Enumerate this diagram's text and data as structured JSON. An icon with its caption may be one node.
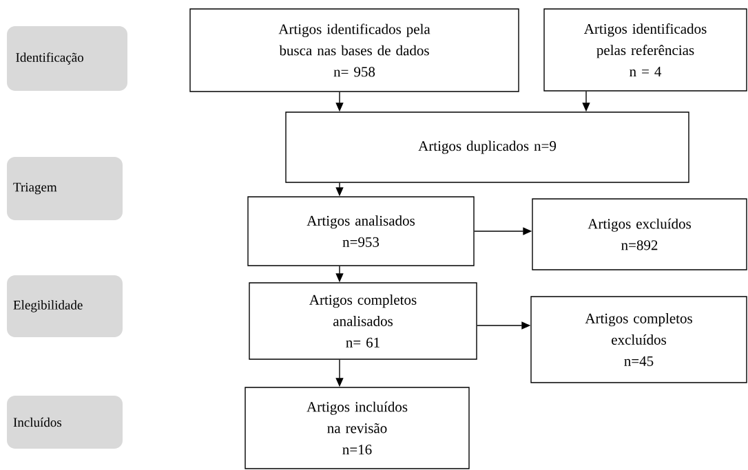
{
  "diagram": {
    "nodes": [
      {
        "text": [
          "Identificação"
        ]
      },
      {
        "text": [
          "Triagem"
        ]
      },
      {
        "text": [
          "Elegibilidade"
        ]
      },
      {
        "text": [
          "Incluídos"
        ]
      },
      {
        "text": [
          "Artigos identificados pela busca nas bases de dados",
          "n= 958"
        ]
      },
      {
        "text": [
          "Artigos identificados pelas referências",
          "n = 4"
        ]
      },
      {
        "text": [
          "Artigos duplicados n=9"
        ]
      },
      {
        "text": [
          "Artigos analisados",
          "n=953"
        ]
      },
      {
        "text": [
          "Artigos excluídos",
          "n=892"
        ]
      },
      {
        "text": [
          "Artigos completos analisados",
          "n= 61"
        ]
      },
      {
        "text": [
          "Artigos completos excluídos",
          "n=45"
        ]
      },
      {
        "text": [
          "Artigos incluídos na revisão",
          "n=16"
        ]
      }
    ],
    "edges": [
      {
        "from": 4,
        "to": 6,
        "arrow": "to"
      },
      {
        "from": 5,
        "to": 6,
        "arrow": "to"
      },
      {
        "from": 6,
        "to": 7,
        "arrow": "to"
      },
      {
        "from": 7,
        "to": 8,
        "arrow": "to"
      },
      {
        "from": 7,
        "to": 9,
        "arrow": "to"
      },
      {
        "from": 9,
        "to": 10,
        "arrow": "to"
      },
      {
        "from": 9,
        "to": 11,
        "arrow": "to"
      }
    ]
  }
}
